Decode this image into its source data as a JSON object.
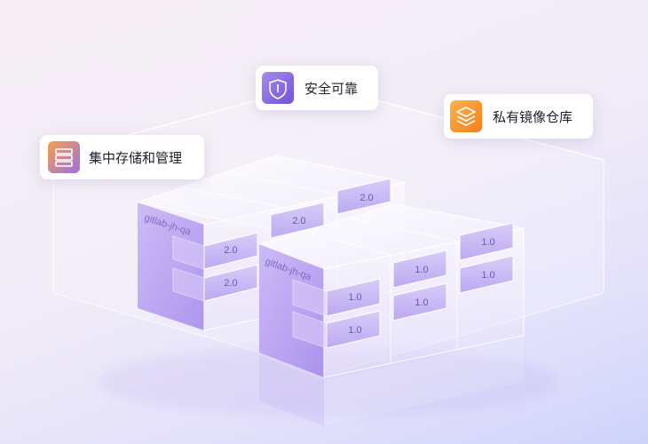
{
  "features": {
    "storage": {
      "label": "集中存储和管理",
      "icon": "server-icon"
    },
    "security": {
      "label": "安全可靠",
      "icon": "shield-icon"
    },
    "registry": {
      "label": "私有镜像仓库",
      "icon": "layers-icon"
    }
  },
  "repositories": {
    "back": {
      "name": "gitlab-jh-qa",
      "version": "2.0"
    },
    "front": {
      "name": "gitlab-jh-qa",
      "version": "1.0"
    }
  },
  "colors": {
    "accent_purple": "#8b6fe0",
    "accent_orange": "#f59a2b",
    "block_fill": "#c7b8f3"
  }
}
